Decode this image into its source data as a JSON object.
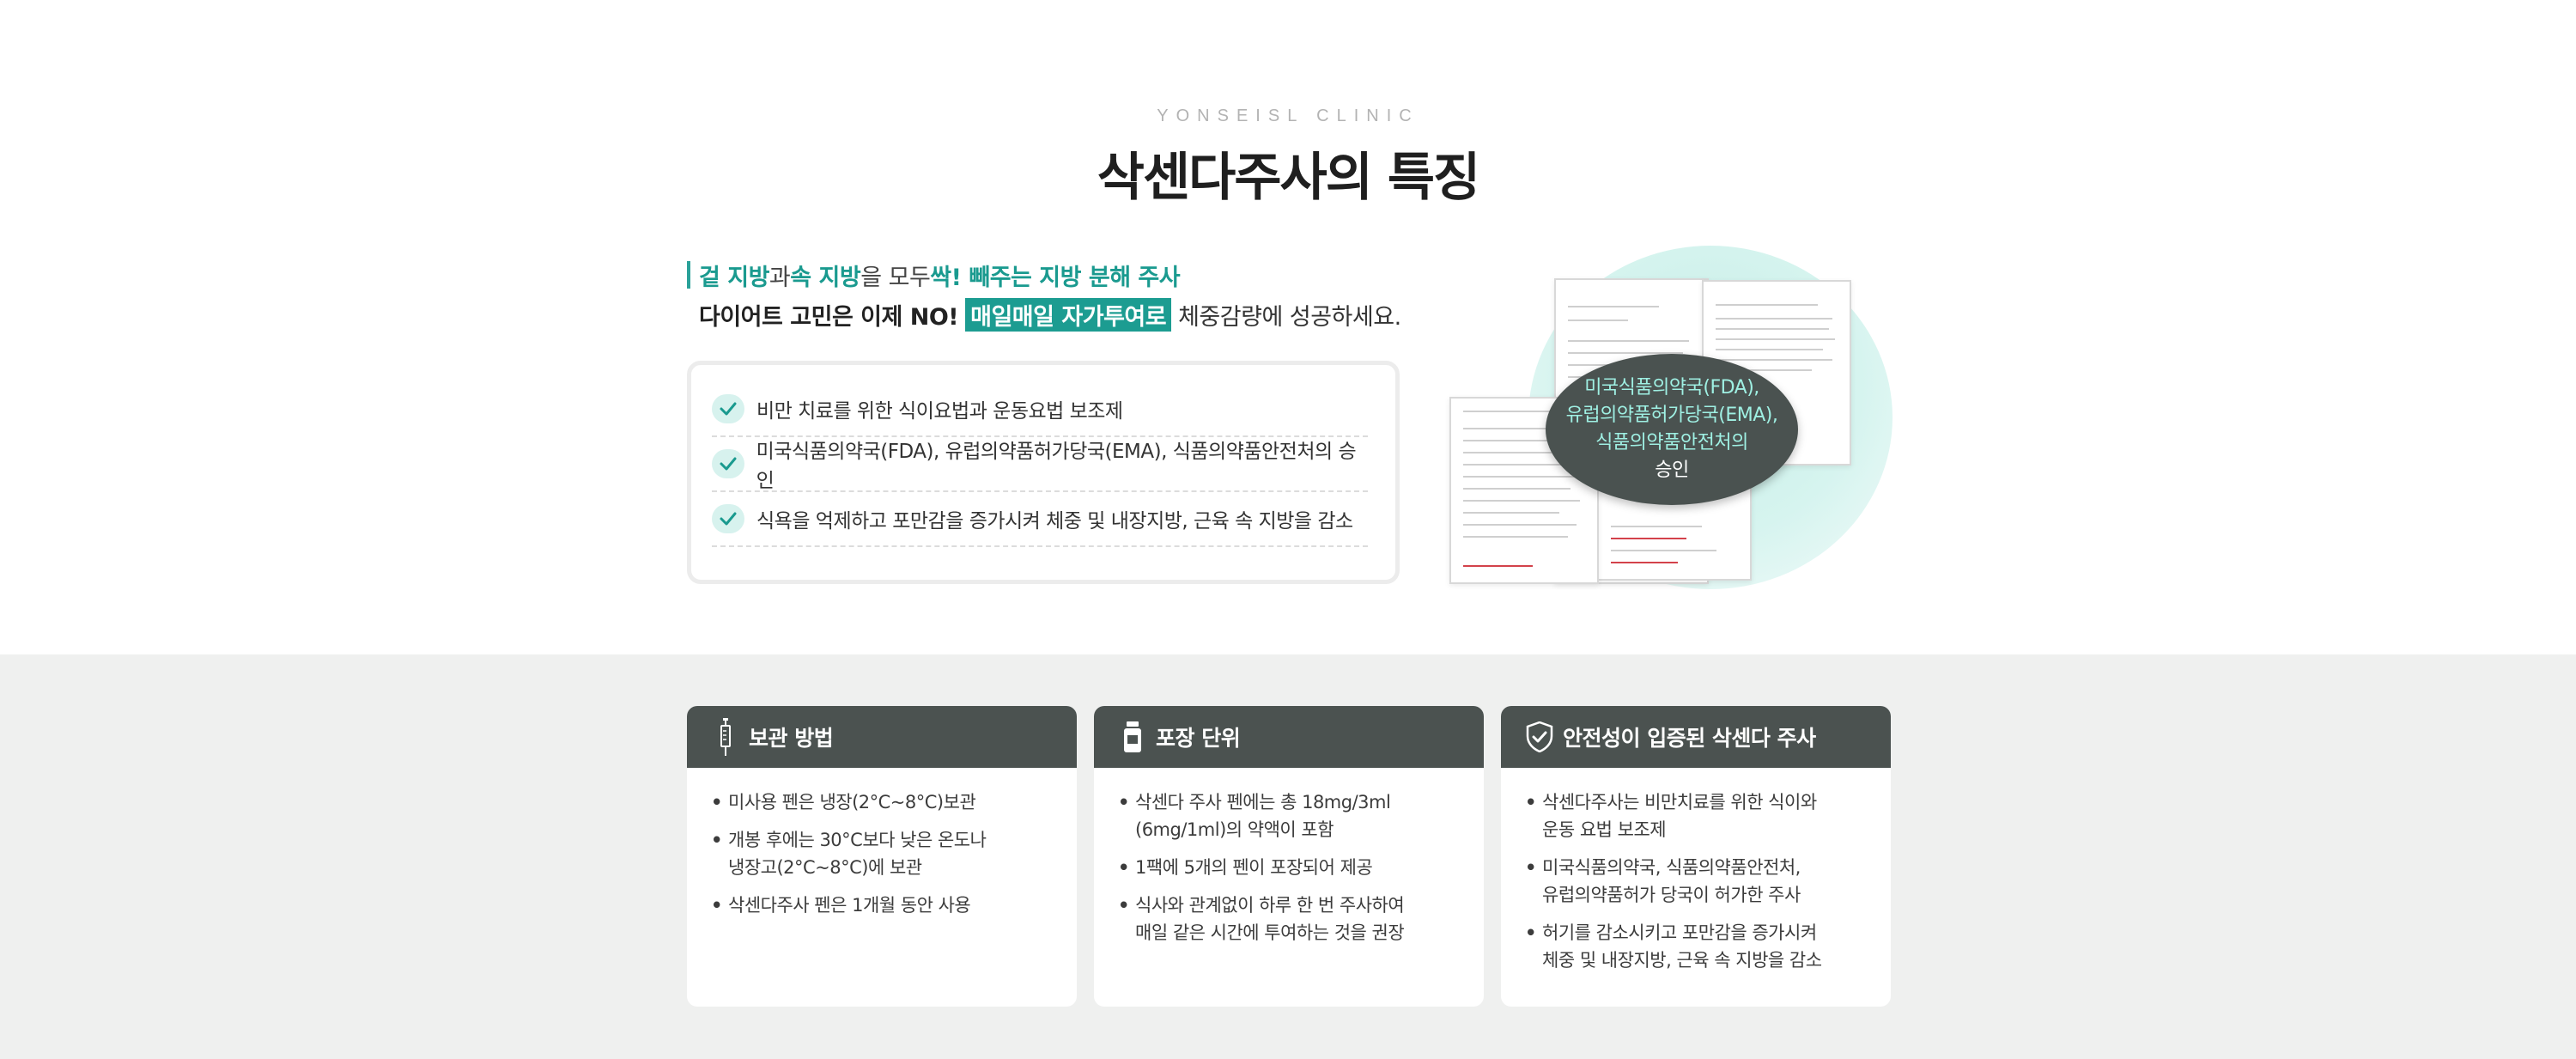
{
  "header": {
    "eyebrow": "YONSEISL CLINIC",
    "title": "삭센다주사의 특징"
  },
  "intro": {
    "line1": {
      "p1": "겉 지방",
      "p2": "과 ",
      "p3": "속 지방",
      "p4": "을 모두 ",
      "p5": "싹! 빼주는 지방 분해 주사"
    },
    "line2": {
      "p1": "다이어트 고민은 이제 NO!",
      "highlight": "매일매일 자가투여로",
      "p3": "체중감량에 성공하세요."
    }
  },
  "checklist": [
    "비만 치료를 위한 식이요법과 운동요법 보조제",
    "미국식품의약국(FDA), 유럽의약품허가당국(EMA), 식품의약품안전처의 승인",
    "식욕을 억제하고 포만감을 증가시켜 체중 및 내장지방, 근육 속 지방을 감소"
  ],
  "visual": {
    "oval_lines": [
      "미국식품의약국(FDA),",
      "유럽의약품허가당국(EMA),",
      "식품의약품안전처의",
      "승인"
    ]
  },
  "cards": [
    {
      "title": "보관 방법",
      "icon": "syringe-icon",
      "bullets": [
        [
          "미사용 펜은 냉장(2°C~8°C)보관"
        ],
        [
          "개봉 후에는 30°C보다 낮은 온도나",
          "냉장고(2°C~8°C)에 보관"
        ],
        [
          "삭센다주사 펜은 1개월 동안 사용"
        ]
      ]
    },
    {
      "title": "포장 단위",
      "icon": "medicine-bottle-icon",
      "bullets": [
        [
          "삭센다 주사 펜에는 총 18mg/3ml",
          "(6mg/1ml)의 약액이 포함"
        ],
        [
          "1팩에 5개의 펜이 포장되어 제공"
        ],
        [
          "식사와 관계없이 하루 한 번 주사하여",
          "매일 같은 시간에 투여하는 것을 권장"
        ]
      ]
    },
    {
      "title": "안전성이 입증된 삭센다 주사",
      "icon": "shield-check-icon",
      "bullets": [
        [
          "삭센다주사는 비만치료를 위한 식이와",
          "운동 요법 보조제"
        ],
        [
          "미국식품의약국, 식품의약품안전처,",
          "유럽의약품허가 당국이 허가한 주사"
        ],
        [
          "허기를 감소시키고 포만감을 증가시켜",
          "체중 및 내장지방, 근육 속 지방을 감소"
        ]
      ]
    }
  ],
  "colors": {
    "accent": "#1a9a8f",
    "card_header": "#4b5250",
    "section_bg": "#eff0ef"
  }
}
